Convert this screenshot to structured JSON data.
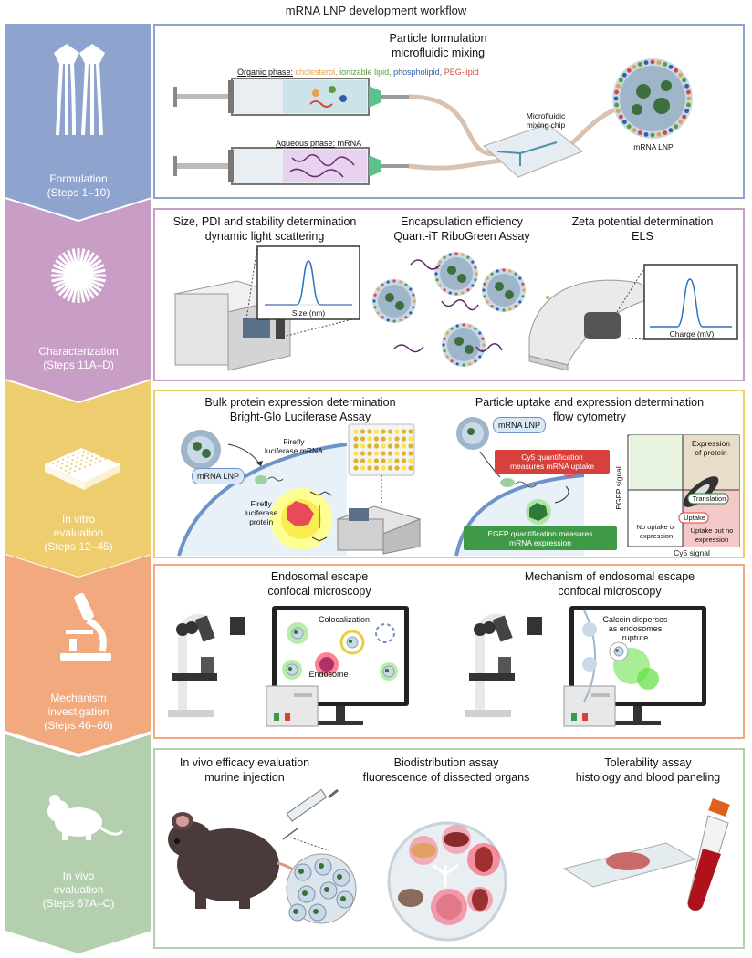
{
  "title": "mRNA LNP development workflow",
  "colors": {
    "formulation": "#8fa3cf",
    "characterization": "#c99ec6",
    "invitro": "#eecd6f",
    "mechanism": "#f2a97d",
    "invivo": "#b3cfae"
  },
  "stages": [
    {
      "name_lines": [
        "Formulation",
        "(Steps 1–10)"
      ],
      "icon": "lipid-icon"
    },
    {
      "name_lines": [
        "Characterization",
        "(Steps 11A–D)"
      ],
      "icon": "starburst-icon"
    },
    {
      "name_lines": [
        "In vitro",
        "evaluation",
        "(Steps 12–45)"
      ],
      "icon": "well-plate-icon"
    },
    {
      "name_lines": [
        "Mechanism",
        "investigation",
        "(Steps 46–66)"
      ],
      "icon": "microscope-icon"
    },
    {
      "name_lines": [
        "In vivo",
        "evaluation",
        "(Steps 67A–C)"
      ],
      "icon": "mouse-icon"
    }
  ],
  "formulation": {
    "heading": [
      "Particle formulation",
      "microfluidic mixing"
    ],
    "organic_label": "Organic phase:",
    "organic_parts": [
      {
        "text": "cholesterol",
        "color": "#e8a04d"
      },
      {
        "text": "ionizable lipid",
        "color": "#5a9a3c"
      },
      {
        "text": "phospholipid",
        "color": "#2f5fa8"
      },
      {
        "text": "PEG-lipid",
        "color": "#d8483c"
      }
    ],
    "aqueous_label": "Aqueous phase:",
    "aqueous_value": "mRNA",
    "chip_label": [
      "Microfluidic",
      "mixing chip"
    ],
    "lnp_label": "mRNA LNP"
  },
  "characterization": {
    "col1": [
      "Size, PDI and stability determination",
      "dynamic light scattering"
    ],
    "col2": [
      "Encapsulation efficiency",
      "Quant-iT RiboGreen Assay"
    ],
    "col3": [
      "Zeta potential determination",
      "ELS"
    ],
    "graph1_xlabel": "Size (nm)",
    "graph2_xlabel": "Charge (mV)"
  },
  "invitro": {
    "col1": [
      "Bulk protein expression determination",
      "Bright-Glo Luciferase Assay"
    ],
    "col2": [
      "Particle uptake and expression determination",
      "flow cytometry"
    ],
    "lnp_label": "mRNA LNP",
    "firefly_mrna": [
      "Firefly",
      "luciferase mRNA"
    ],
    "firefly_protein": [
      "Firefly",
      "luciferase",
      "protein"
    ],
    "lnp_label2": "mRNA LNP",
    "cy5_box": [
      "Cy5 quantification",
      "measures mRNA uptake"
    ],
    "egfp_box": [
      "EGFP quantification measures",
      "mRNA expression"
    ],
    "plot": {
      "ylabel": "EGFP signal",
      "xlabel": "Cy5 signal",
      "q_expr": [
        "Expression",
        "of protein"
      ],
      "q_none": [
        "No uptake or",
        "expression"
      ],
      "q_uptake": [
        "Uptake but no",
        "expression"
      ],
      "translation": "Translation",
      "uptake": "Uptake"
    }
  },
  "mechanism": {
    "col1": [
      "Endosomal escape",
      "confocal microscopy"
    ],
    "col2": [
      "Mechanism of endosomal escape",
      "confocal microscopy"
    ],
    "colocalization": "Colocalization",
    "endosome": "Endosome",
    "calcein": [
      "Calcein disperses",
      "as endosomes",
      "rupture"
    ]
  },
  "invivo": {
    "col1": [
      "In vivo efficacy evaluation",
      "murine injection"
    ],
    "col2": [
      "Biodistribution assay",
      "fluorescence of dissected organs"
    ],
    "col3": [
      "Tolerability assay",
      "histology and blood paneling"
    ]
  }
}
